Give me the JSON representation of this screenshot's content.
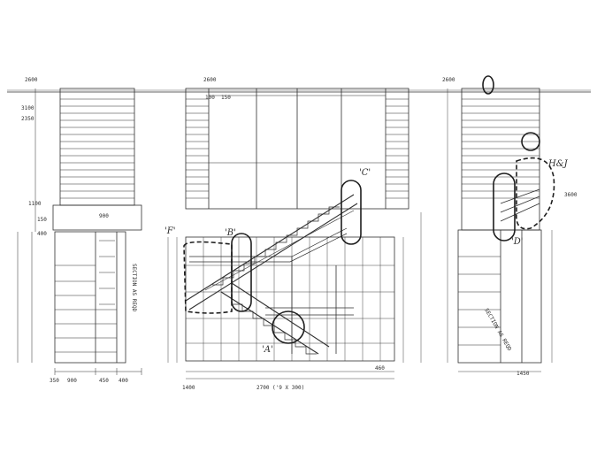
{
  "drawing": {
    "ink_color": "#2f2f2f",
    "paper_color": "#ffffff",
    "detail_labels": {
      "F": "'F'",
      "B": "'B'",
      "C": "'C'",
      "A": "'A'",
      "HJ": "H&J",
      "D": "'D'"
    },
    "overall_dimension": "2700 ('9 X 300)",
    "dimensions": {
      "left_top_1": "2600",
      "left_top_2": "3100",
      "left_top_3": "2350",
      "left_mid": "1100",
      "left_width": "900",
      "left_small_1": "150",
      "left_small_2": "400",
      "left_bottom_1": "350",
      "left_bottom_2": "900",
      "left_bottom_3": "450",
      "left_bottom_4": "400",
      "center_top_1": "2600",
      "center_top_2": "100",
      "center_top_3": "150",
      "center_bottom_1": "1400",
      "center_bottom_2": "460",
      "right_top": "2600",
      "right_mid": "3600",
      "right_bottom": "1450"
    },
    "notes": {
      "left_note": "SECTION AS REQD",
      "right_note": "SECTION AS REQD"
    }
  }
}
